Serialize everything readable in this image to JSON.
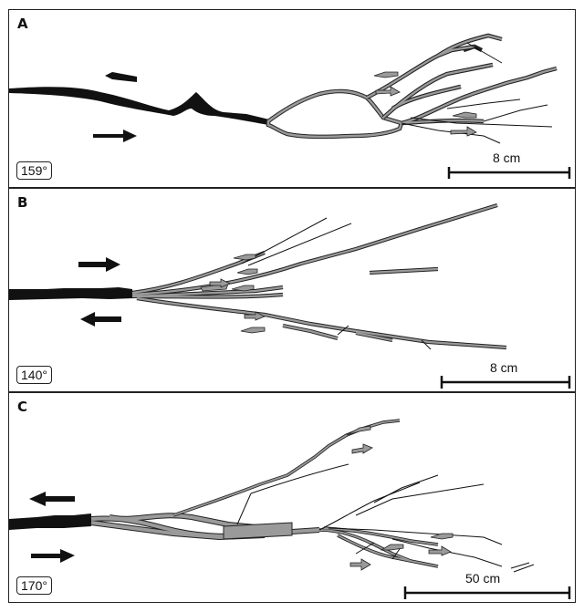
{
  "panels": [
    {
      "letter": "A",
      "angle": "159°",
      "scale": "8 cm"
    },
    {
      "letter": "B",
      "angle": "140°",
      "scale": "8 cm"
    },
    {
      "letter": "C",
      "angle": "170°",
      "scale": "50 cm"
    }
  ],
  "colors": {
    "ink": "#111111",
    "fault_fill": "#9a9a9a",
    "fault_edge": "#222222"
  }
}
